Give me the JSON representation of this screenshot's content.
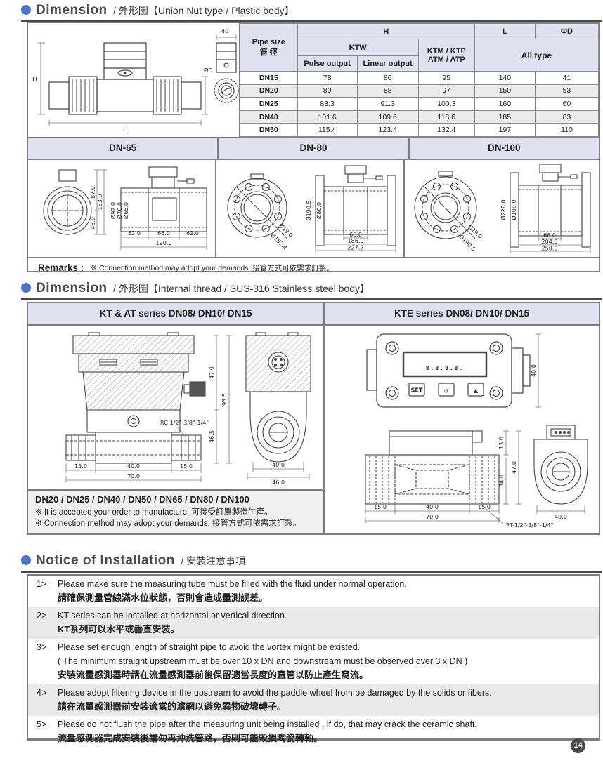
{
  "page": {
    "number": "14"
  },
  "colors": {
    "accent": "#5472c2",
    "header_bg": "#e0e1f0",
    "row_alt": "#ebebeb",
    "panel_border": "#7d7d7d"
  },
  "section1": {
    "title": "Dimension",
    "subtitle": "/ 外形圖【Union Nut type / Plastic body】",
    "drawing_union": {
      "dim_width": "40",
      "dim_height": "H",
      "dim_diameter": "ØD",
      "dim_length": "L"
    },
    "table": {
      "col_pipe": "Pipe size",
      "col_pipe_zh": "管 徑",
      "col_h": "H",
      "col_l": "L",
      "col_d": "ΦD",
      "col_ktw": "KTW",
      "col_ktm": "KTM / KTP",
      "col_atm": "ATM / ATP",
      "col_pulse": "Pulse output",
      "col_linear": "Linear output",
      "col_alltype": "All type",
      "rows": [
        {
          "size": "DN15",
          "pulse": "78",
          "linear": "86",
          "ktm": "95",
          "l": "140",
          "d": "41"
        },
        {
          "size": "DN20",
          "pulse": "80",
          "linear": "88",
          "ktm": "97",
          "l": "150",
          "d": "53"
        },
        {
          "size": "DN25",
          "pulse": "83.3",
          "linear": "91.3",
          "ktm": "100.3",
          "l": "160",
          "d": "60"
        },
        {
          "size": "DN40",
          "pulse": "101.6",
          "linear": "109.6",
          "ktm": "118.6",
          "l": "185",
          "d": "83"
        },
        {
          "size": "DN50",
          "pulse": "115.4",
          "linear": "123.4",
          "ktm": "132.4",
          "l": "197",
          "d": "110"
        }
      ]
    },
    "dn65": {
      "label": "DN-65",
      "dim_87": "87.0",
      "dim_133": "133.0",
      "dim_46": "46.0",
      "dia_92": "Ø92.0",
      "dia_76": "Ø76.0",
      "dia_65": "Ø65.0",
      "seg1": "62.0",
      "seg2": "66.0",
      "seg3": "62.0",
      "total": "190.0"
    },
    "dn80": {
      "label": "DN-80",
      "dia_bolt": "Ø19.0",
      "dia_pcd": "Ø152.4",
      "dia_flange": "Ø190.5",
      "dia_pipe": "Ø80.0",
      "seg": "66.0",
      "len_inner": "186.0",
      "len_total": "227.2"
    },
    "dn100": {
      "label": "DN-100",
      "dia_bolt": "Ø19.0",
      "dia_pcd": "Ø190.5",
      "dia_flange": "Ø228.0",
      "dia_pipe": "Ø100.0",
      "seg": "66.0",
      "len_inner": "204.0",
      "len_total": "250.0"
    },
    "remarks_label": "Remarks :",
    "remarks_text": "※ Connection method may adopt your demands. 接管方式可依需求訂製。"
  },
  "section2": {
    "title": "Dimension",
    "subtitle": "/ 外形圖【Internal thread / SUS-316 Stainless steel body】",
    "left_header": "KT & AT series DN08/ DN10/ DN15",
    "right_header": "KTE series DN08/ DN10/ DN15",
    "kt": {
      "dim_47": "47.0",
      "dim_93": "93.5",
      "dim_46": "46.5",
      "rc": "RC-1/2\"-3/8\"-1/4\"",
      "seg1": "15.0",
      "seg2": "40.0",
      "seg3": "15.0",
      "total": "70.0",
      "side_inner": "40.0",
      "side_total": "46.0"
    },
    "kte": {
      "display": "8.8.8.8.",
      "btn_set": "SET",
      "btn_loop": "↺",
      "btn_eject": "▲",
      "dim_40": "40.0",
      "dim_13": "13.0",
      "dim_34": "34.0",
      "dim_47": "47.0",
      "seg1": "15.0",
      "seg2": "40.0",
      "seg3": "15.0",
      "total": "70.0",
      "end_w": "40.0",
      "pt": "PT-1/2\"-3/8\"-1/4\""
    },
    "models_line": "DN20 / DN25 / DN40 / DN50 / DN65 / DN80 / DN100",
    "note1": "※ It is accepted your order to manufacture. 可接受訂單製造生產。",
    "note2": "※ Connection method may adopt your demands. 接管方式可依需求訂製。"
  },
  "section3": {
    "title": "Notice of Installation",
    "subtitle": "/ 安裝注意事項",
    "items": [
      {
        "num": "1>",
        "en": "Please make sure the measuring tube must be filled with the fluid under normal operation.",
        "zh": "請確保測量管線滿水位狀態，否則會造成量測誤差。"
      },
      {
        "num": "2>",
        "en": "KT series can be installed at horizontal or vertical direction.",
        "zh": "KT系列可以水平或垂直安裝。"
      },
      {
        "num": "3>",
        "en": "Please set enough length of straight pipe to avoid the vortex might be existed.",
        "en2": "( The minimum straight upstream must be over 10 x DN and downstream must be observed over 3 x DN )",
        "zh": "安裝流量感測器時請在流量感測器前後保留適當長度的直管以防止產生窩流。"
      },
      {
        "num": "4>",
        "en": "Please adopt filtering device in the upstream to avoid the paddle wheel from be damaged by the solids or fibers.",
        "zh": "請在流量感測器前安裝適當的濾網以避免異物破壞轉子。"
      },
      {
        "num": "5>",
        "en": "Please do not flush the pipe after the measuring unit being installed , if do, that may crack the ceramic shaft.",
        "zh": "流量感測器完成安裝後請勿再沖洗管路，否則可能毀損陶瓷轉軸。"
      }
    ]
  }
}
